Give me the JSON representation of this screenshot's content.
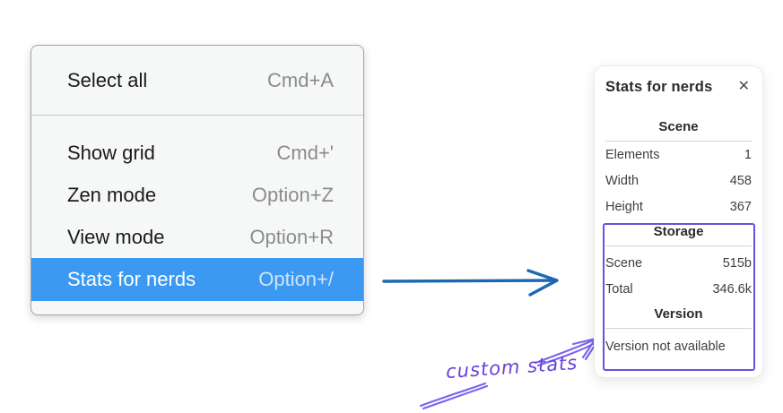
{
  "context_menu": {
    "items": [
      {
        "label": "Select all",
        "shortcut": "Cmd+A",
        "selected": false
      },
      {
        "label": "Show grid",
        "shortcut": "Cmd+'",
        "selected": false
      },
      {
        "label": "Zen mode",
        "shortcut": "Option+Z",
        "selected": false
      },
      {
        "label": "View mode",
        "shortcut": "Option+R",
        "selected": false
      },
      {
        "label": "Stats for nerds",
        "shortcut": "Option+/",
        "selected": true
      }
    ]
  },
  "stats_panel": {
    "title": "Stats for nerds",
    "close_icon": "✕",
    "sections": [
      {
        "header": "Scene",
        "rows": [
          {
            "label": "Elements",
            "value": "1"
          },
          {
            "label": "Width",
            "value": "458"
          },
          {
            "label": "Height",
            "value": "367"
          }
        ]
      },
      {
        "header": "Storage",
        "rows": [
          {
            "label": "Scene",
            "value": "515b"
          },
          {
            "label": "Total",
            "value": "346.6k"
          }
        ]
      },
      {
        "header": "Version",
        "note": "Version not available"
      }
    ]
  },
  "annotation": {
    "label": "custom stats"
  },
  "colors": {
    "menu_highlight": "#3b99f2",
    "menu_background": "#f6f7f7",
    "blue_arrow": "#1e68b2",
    "annotation_purple": "#6a52d8",
    "annotation_text": "#6741d9"
  }
}
